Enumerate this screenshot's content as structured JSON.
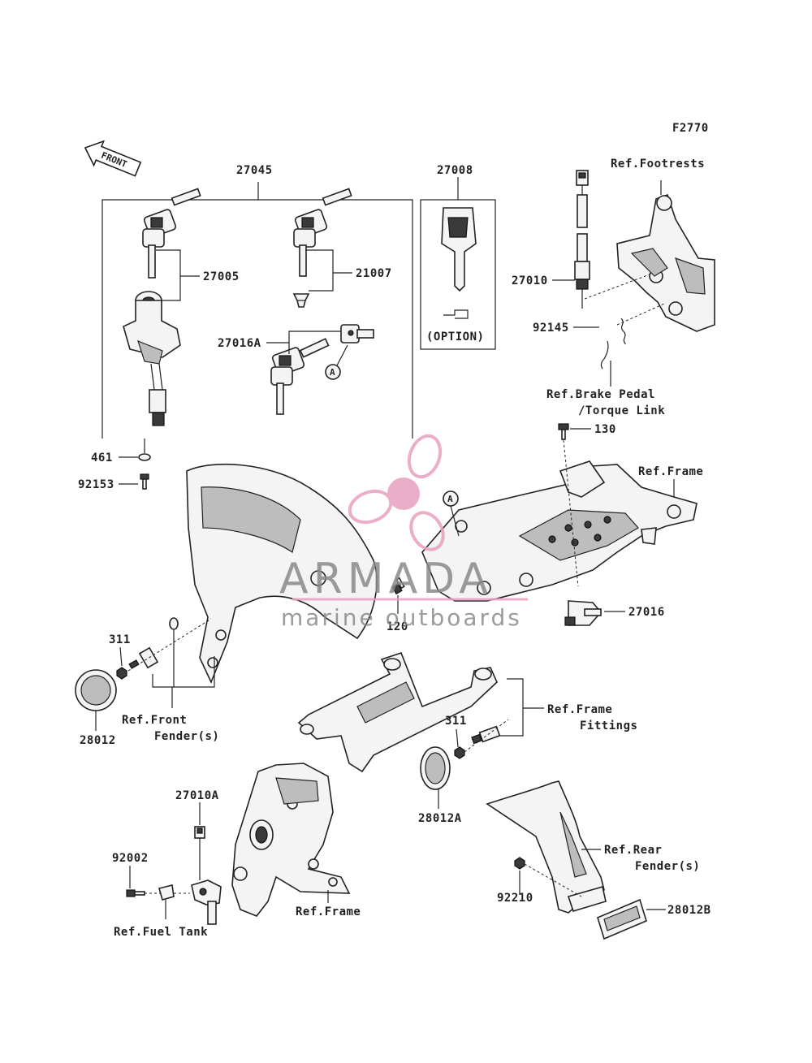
{
  "figure_code": "F2770",
  "front_label": "FRONT",
  "option_label": "(OPTION)",
  "callout_a": "A",
  "watermark": {
    "brand": "ARMADA",
    "tagline": "marine outboards",
    "accent_color": "#e8a0c0"
  },
  "labels": {
    "p27045": "27045",
    "p27005": "27005",
    "p21007": "21007",
    "p27016A": "27016A",
    "p461": "461",
    "p92153": "92153",
    "p27008": "27008",
    "p27010": "27010",
    "p92145": "92145",
    "ref_footrests": "Ref.Footrests",
    "ref_brake_1": "Ref.Brake Pedal",
    "ref_brake_2": "/Torque Link",
    "p130": "130",
    "ref_frame_top": "Ref.Frame",
    "p27016": "27016",
    "p120": "120",
    "p311_left": "311",
    "p28012": "28012",
    "ref_front_fender_1": "Ref.Front",
    "ref_front_fender_2": "Fender(s)",
    "ref_frame_fittings_1": "Ref.Frame",
    "ref_frame_fittings_2": "Fittings",
    "p311_right": "311",
    "p28012A": "28012A",
    "p27010A": "27010A",
    "p92002": "92002",
    "ref_fuel_tank": "Ref.Fuel Tank",
    "ref_frame_bottom": "Ref.Frame",
    "ref_rear_fender_1": "Ref.Rear",
    "ref_rear_fender_2": "Fender(s)",
    "p92210": "92210",
    "p28012B": "28012B"
  }
}
